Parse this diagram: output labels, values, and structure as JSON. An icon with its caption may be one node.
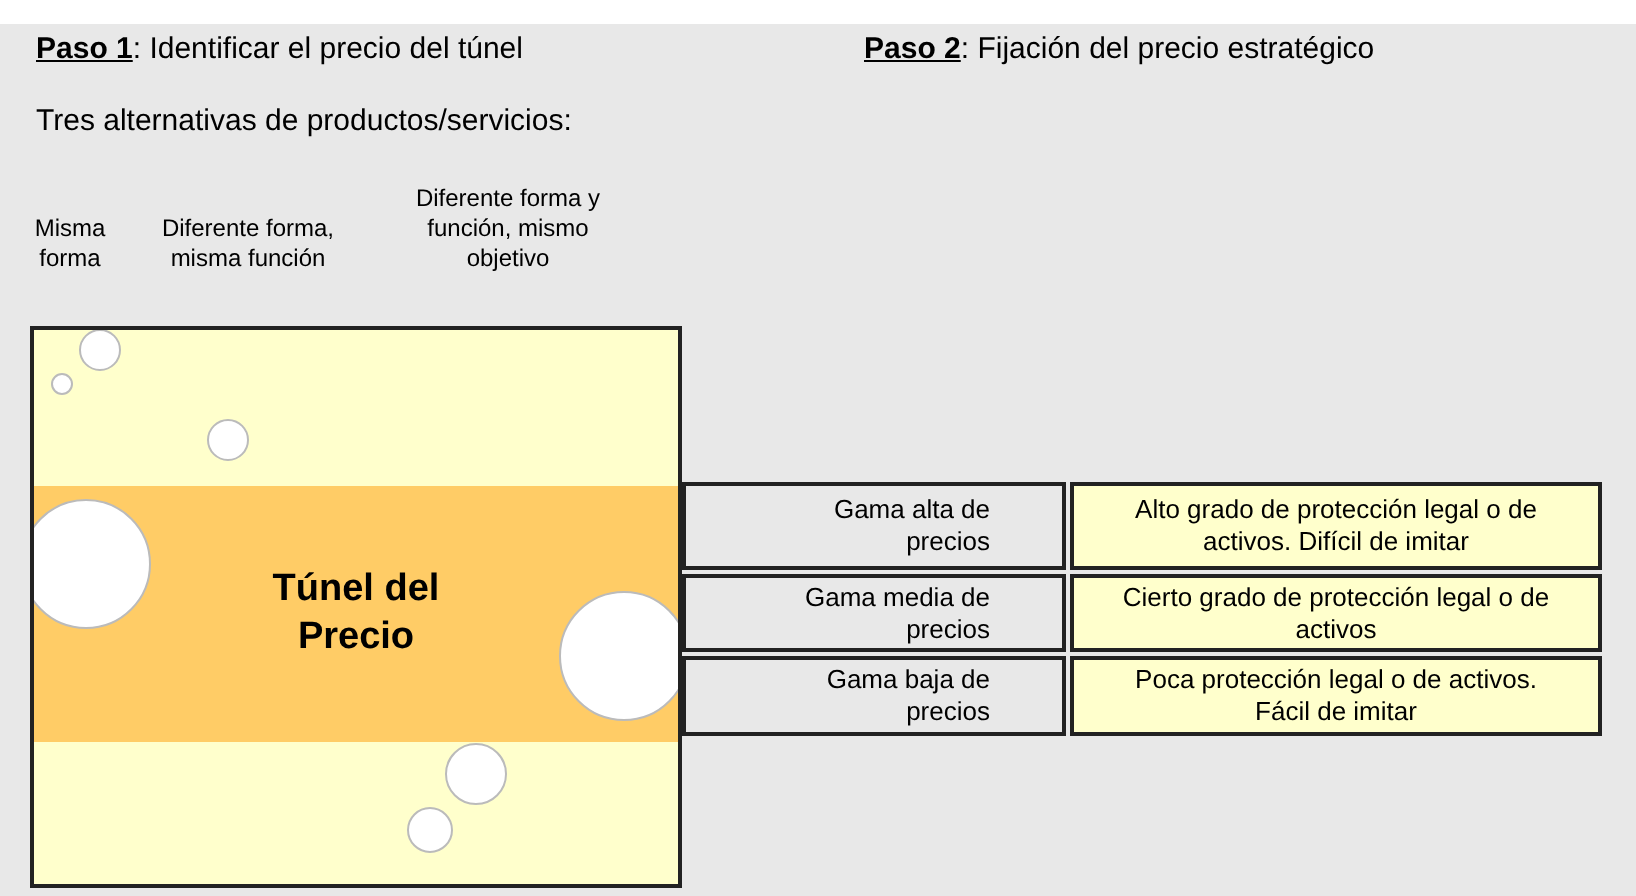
{
  "diagram": {
    "nodes": [
      {
        "text": [],
        "shape": "box"
      },
      {
        "text": [
          "Túnel del Precio"
        ],
        "in": 0
      },
      {
        "text": [
          "Gama alta de precios"
        ]
      },
      {
        "text": [
          "Gama media de precios"
        ]
      },
      {
        "text": [
          "Gama baja de precios"
        ]
      },
      {
        "text": [
          "Alto grado de protección legal o de activos. Difícil de imitar"
        ]
      },
      {
        "text": [
          "Cierto grado de protección legal o de activos"
        ]
      },
      {
        "text": [
          "Poca protección legal o de activos. Fácil de imitar"
        ]
      }
    ],
    "labels": [
      "**Paso 1**: Identificar el precio del túnel",
      "**Paso 2**: Fijación del precio estratégico",
      "Tres alternativas de productos/servicios:",
      "Misma forma",
      "Diferente forma, misma función",
      "Diferente forma y función, mismo objetivo"
    ]
  }
}
